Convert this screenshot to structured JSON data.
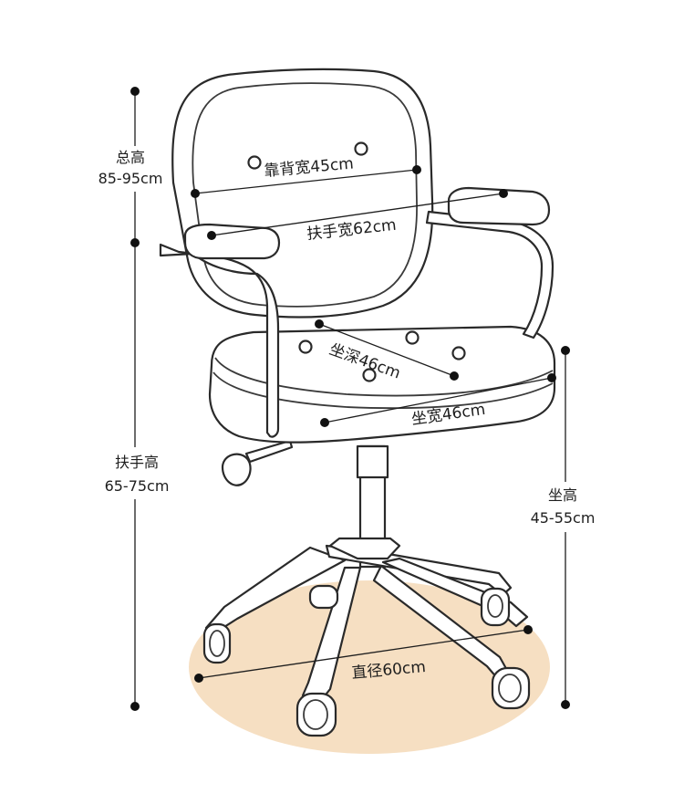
{
  "title": "",
  "colors": {
    "floor_shadow": "#f6dfc2",
    "line": "#2a2a2a",
    "text": "#1e1e1e"
  },
  "labels": {
    "backrest_width": "靠背宽45cm",
    "armrest_width": "扶手宽62cm",
    "seat_depth": "坐深46cm",
    "seat_width": "坐宽46cm",
    "base_diameter": "直径60cm",
    "total_height_title": "总高",
    "total_height_value": "85-95cm",
    "armrest_height_title": "扶手高",
    "armrest_height_value": "65-75cm",
    "seat_height_title": "坐高",
    "seat_height_value": "45-55cm"
  }
}
